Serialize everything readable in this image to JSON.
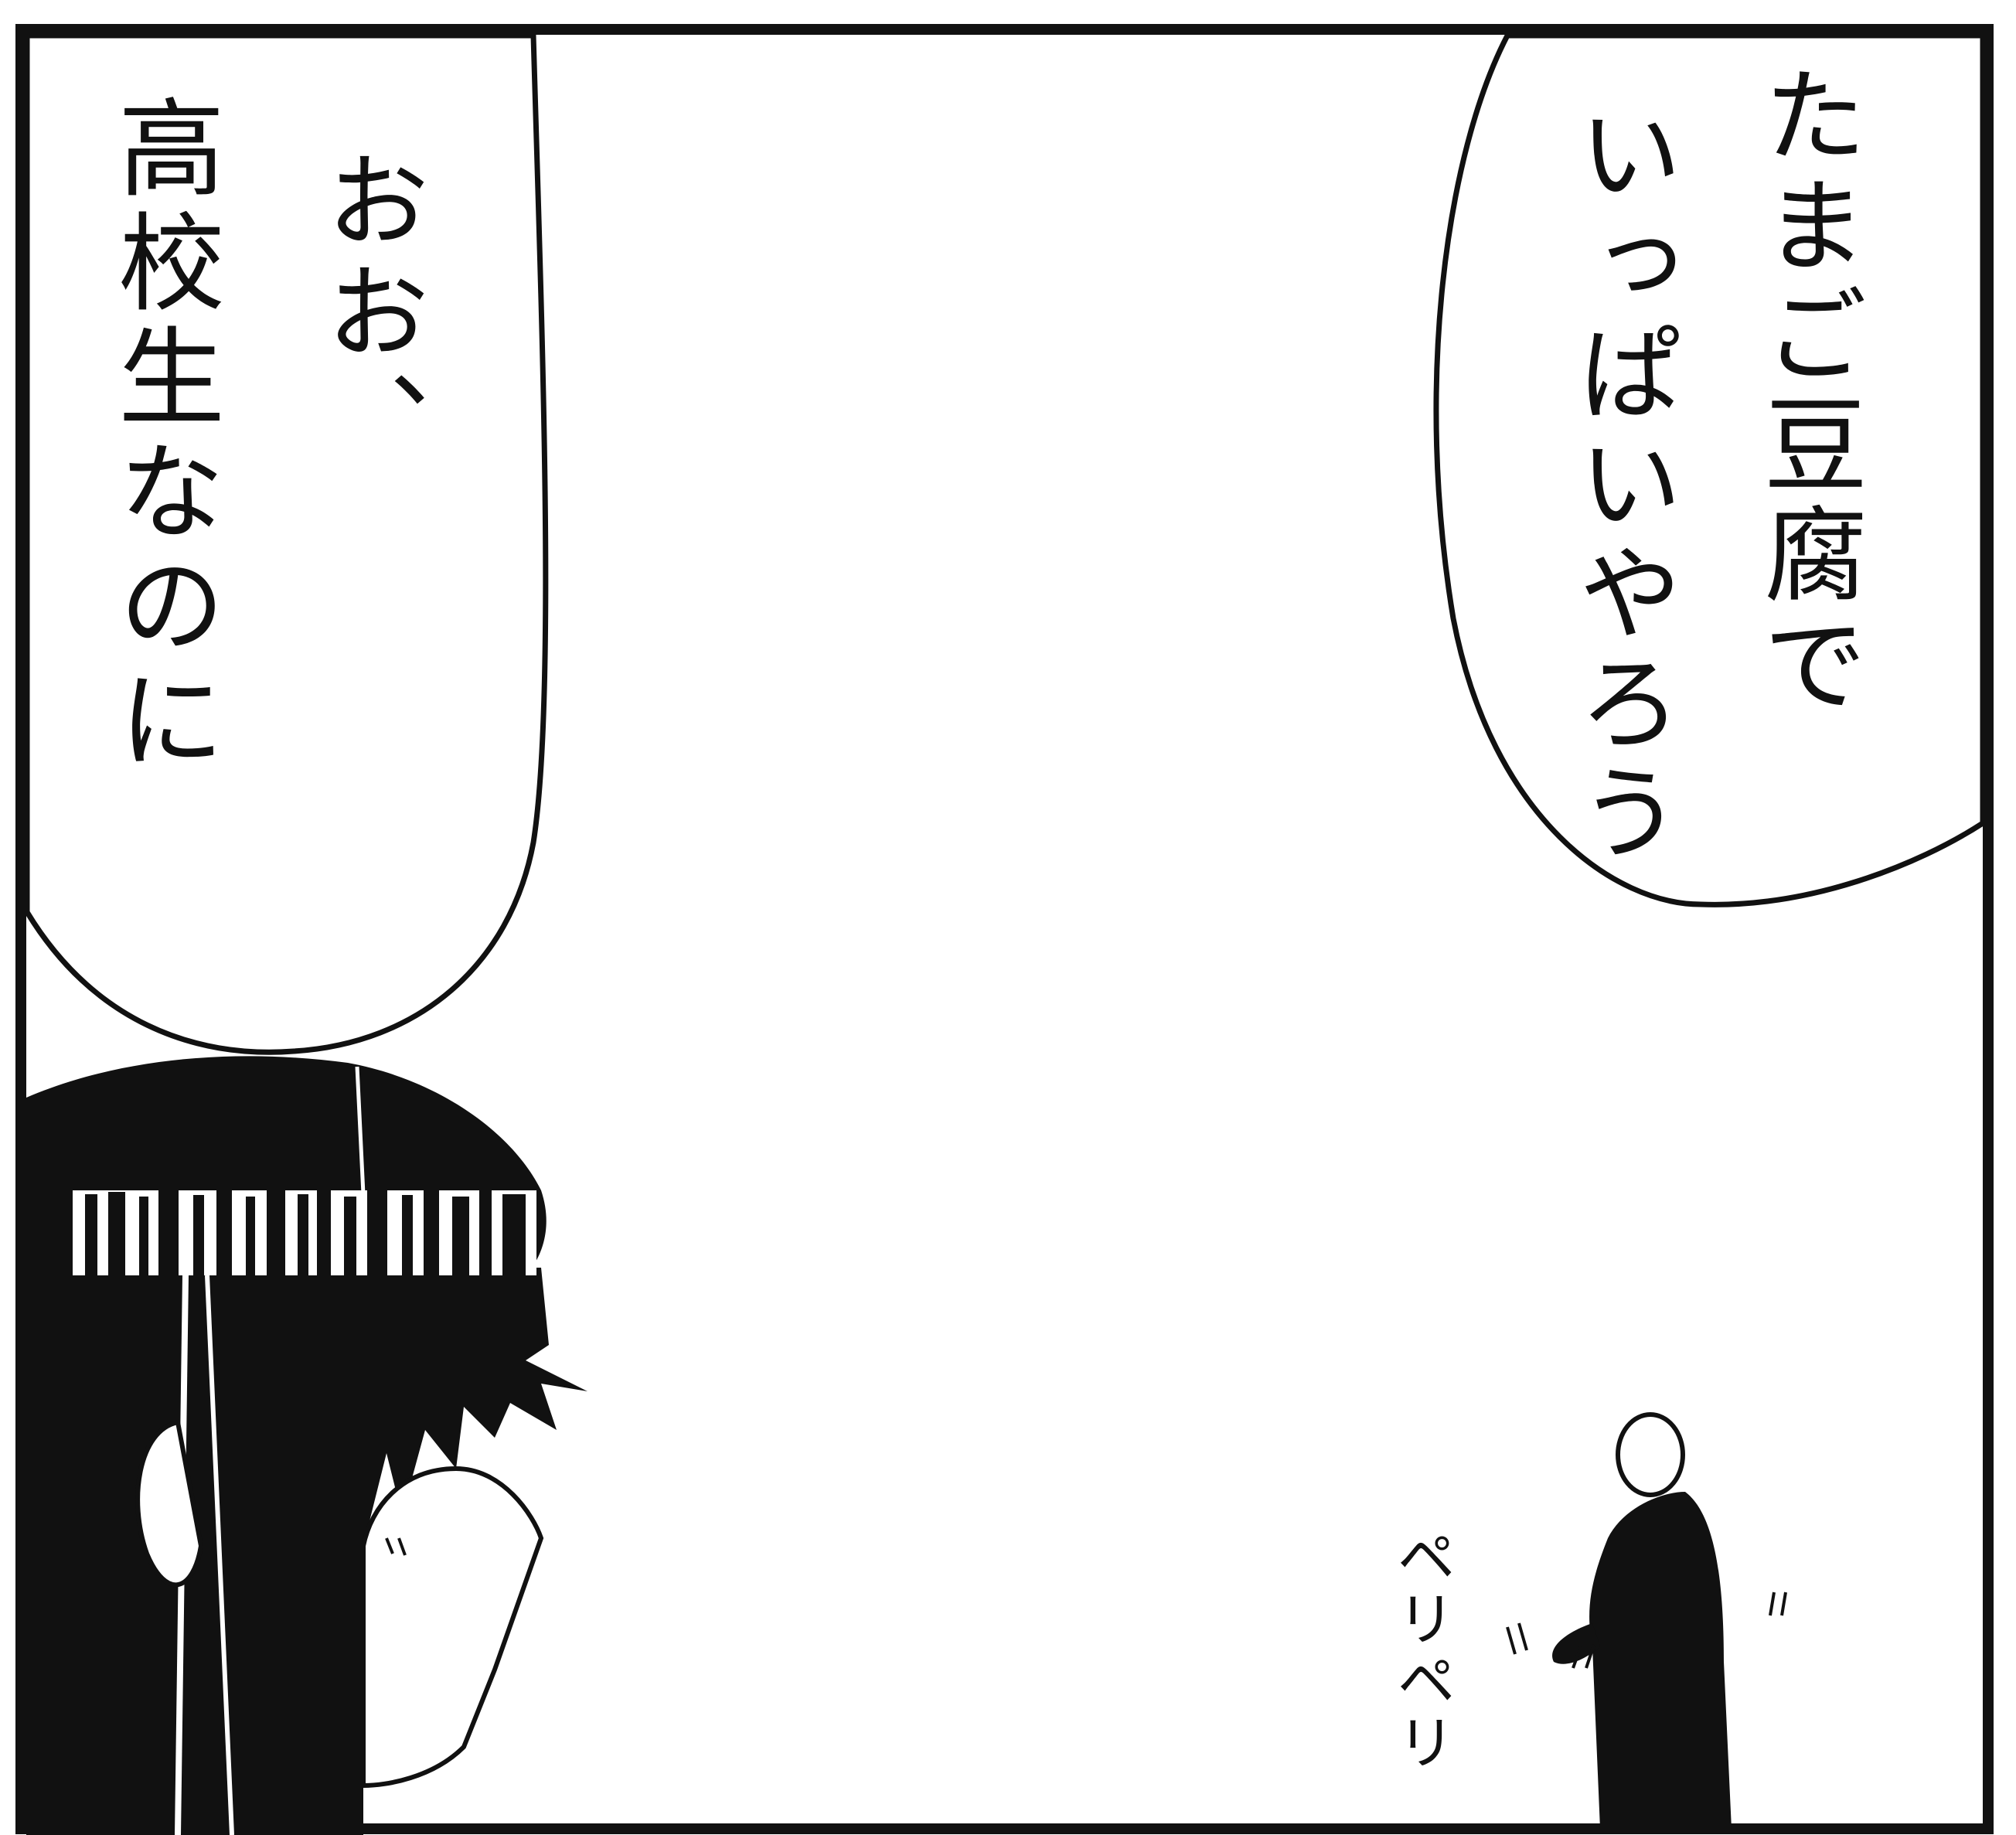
{
  "panel": {
    "right_bubble": {
      "line1": "たまご豆腐で",
      "line2": "いっぱいやろう"
    },
    "left_bubble": {
      "line1": "おお、",
      "line2": "高校生なのに"
    },
    "sound_effect": "ペリペリ"
  },
  "colors": {
    "ink": "#111111",
    "paper": "#ffffff"
  }
}
